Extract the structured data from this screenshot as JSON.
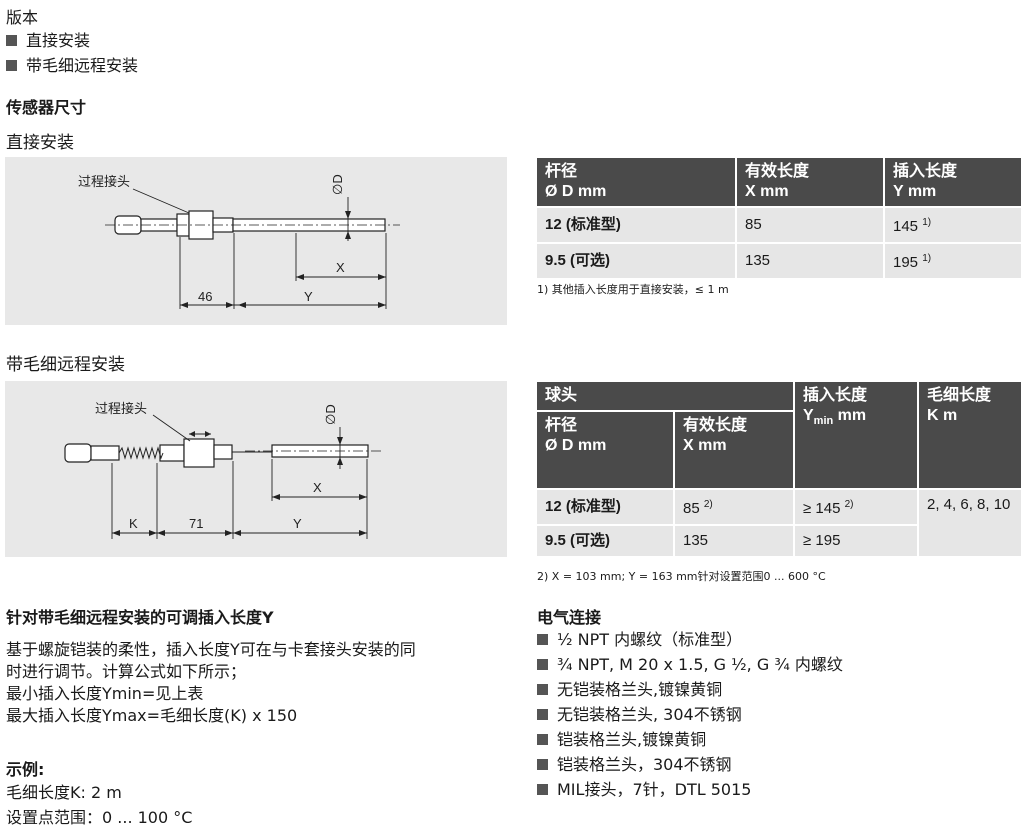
{
  "versions": {
    "heading": "版本",
    "items": [
      "直接安装",
      "带毛细远程安装"
    ]
  },
  "sensor": {
    "heading": "传感器尺寸",
    "direct_title": "直接安装",
    "remote_title": "带毛细远程安装"
  },
  "diagram1": {
    "process_label": "过程接头",
    "d_label": "∅D",
    "x_label": "X",
    "dim_46": "46",
    "y_label": "Y"
  },
  "diagram2": {
    "process_label": "过程接头",
    "d_label": "∅D",
    "x_label": "X",
    "k_label": "K",
    "dim_71": "71",
    "y_label": "Y"
  },
  "table1": {
    "headers": [
      {
        "line1": "杆径",
        "line2": "Ø D   mm"
      },
      {
        "line1": "有效长度",
        "line2": "X   mm"
      },
      {
        "line1": "插入长度",
        "line2": "Y mm"
      }
    ],
    "rows": [
      {
        "stem": "12 (标准型)",
        "effective": "85",
        "insertion": "145",
        "note": "1)"
      },
      {
        "stem": "9.5 (可选)",
        "effective": "135",
        "insertion": "195",
        "note": "1)"
      }
    ],
    "footnote": "1) 其他插入长度用于直接安装，≤ 1 m"
  },
  "table2": {
    "bulb_header": "球头",
    "stem_header": {
      "line1": "杆径",
      "line2": "Ø D   mm"
    },
    "effective_header": {
      "line1": "有效长度",
      "line2": "X mm"
    },
    "insertion_header": {
      "line1": "插入长度",
      "y": "Y",
      "sub": "min",
      "unit": " mm"
    },
    "capillary_header": {
      "line1": "毛细长度",
      "line2": "K   m"
    },
    "rows": [
      {
        "stem": "12 (标准型)",
        "effective": "85",
        "effective_note": "2)",
        "insertion": "≥ 145",
        "insertion_note": "2)"
      },
      {
        "stem": "9.5 (可选)",
        "effective": "135",
        "insertion": "≥ 195"
      }
    ],
    "capillary_value": "2, 4, 6, 8, 10",
    "footnote": "2) X = 103 mm; Y = 163 mm针对设置范围0 ... 600 °C"
  },
  "adjustable": {
    "heading": "针对带毛细远程安装的可调插入长度Y",
    "para_line1": "基于螺旋铠装的柔性，插入长度Y可在与卡套接头安装的同",
    "para_line2": "时进行调节。计算公式如下所示；",
    "min_line": "最小插入长度Ymin=见上表",
    "max_line": "最大插入长度Ymax=毛细长度(K) x 150"
  },
  "example": {
    "heading": "示例:",
    "line1": "毛细长度K: 2 m",
    "line2": "设置点范围：0 ... 100 °C"
  },
  "electrical": {
    "heading": "电气连接",
    "items": [
      "½ NPT 内螺纹（标准型）",
      "¾ NPT, M 20 x 1.5, G ½, G ¾ 内螺纹",
      "无铠装格兰头,镀镍黄铜",
      "无铠装格兰头, 304不锈钢",
      "铠装格兰头,镀镍黄铜",
      "铠装格兰头，304不锈钢",
      "MIL接头，7针，DTL 5015"
    ]
  },
  "colors": {
    "header_bg": "#4a4a4a",
    "cell_bg": "#e6e6e6",
    "diagram_bg": "#e8e8e8"
  }
}
